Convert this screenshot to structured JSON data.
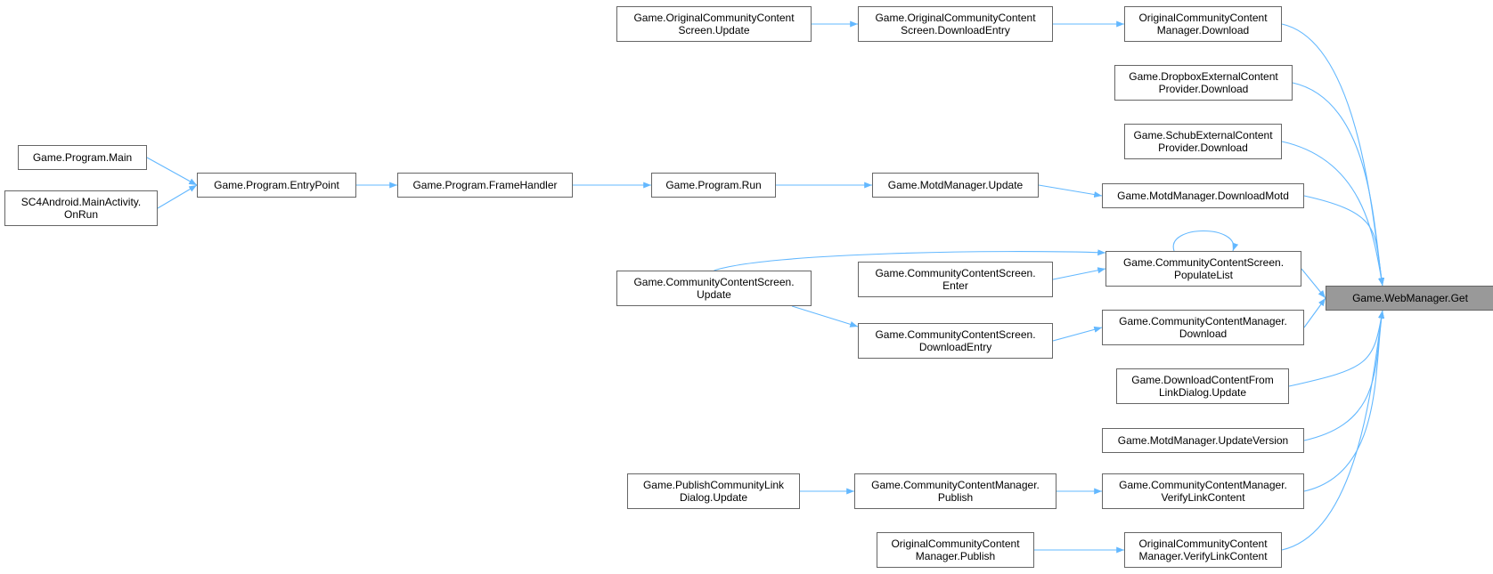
{
  "diagram": {
    "nodes": [
      {
        "id": "webmanager_get",
        "lines": [
          "Game.WebManager.Get"
        ],
        "root": true
      },
      {
        "id": "occ_manager_download",
        "lines": [
          "OriginalCommunityContent",
          "Manager.Download"
        ]
      },
      {
        "id": "dropbox_download",
        "lines": [
          "Game.DropboxExternalContent",
          "Provider.Download"
        ]
      },
      {
        "id": "schub_download",
        "lines": [
          "Game.SchubExternalContent",
          "Provider.Download"
        ]
      },
      {
        "id": "motd_downloadmotd",
        "lines": [
          "Game.MotdManager.DownloadMotd"
        ]
      },
      {
        "id": "ccs_populatelist",
        "lines": [
          "Game.CommunityContentScreen.",
          "PopulateList"
        ]
      },
      {
        "id": "ccm_download",
        "lines": [
          "Game.CommunityContentManager.",
          "Download"
        ]
      },
      {
        "id": "dlcontent_update",
        "lines": [
          "Game.DownloadContentFrom",
          "LinkDialog.Update"
        ]
      },
      {
        "id": "motd_updateversion",
        "lines": [
          "Game.MotdManager.UpdateVersion"
        ]
      },
      {
        "id": "ccm_verifylink",
        "lines": [
          "Game.CommunityContentManager.",
          "VerifyLinkContent"
        ]
      },
      {
        "id": "occ_manager_verify",
        "lines": [
          "OriginalCommunityContent",
          "Manager.VerifyLinkContent"
        ]
      },
      {
        "id": "occs_downloadentry",
        "lines": [
          "Game.OriginalCommunityContent",
          "Screen.DownloadEntry"
        ]
      },
      {
        "id": "occs_update",
        "lines": [
          "Game.OriginalCommunityContent",
          "Screen.Update"
        ]
      },
      {
        "id": "motd_update",
        "lines": [
          "Game.MotdManager.Update"
        ]
      },
      {
        "id": "program_run",
        "lines": [
          "Game.Program.Run"
        ]
      },
      {
        "id": "program_framehandler",
        "lines": [
          "Game.Program.FrameHandler"
        ]
      },
      {
        "id": "program_entrypoint",
        "lines": [
          "Game.Program.EntryPoint"
        ]
      },
      {
        "id": "program_main",
        "lines": [
          "Game.Program.Main"
        ]
      },
      {
        "id": "android_onrun",
        "lines": [
          "SC4Android.MainActivity.",
          "OnRun"
        ]
      },
      {
        "id": "ccs_enter",
        "lines": [
          "Game.CommunityContentScreen.",
          "Enter"
        ]
      },
      {
        "id": "ccs_update",
        "lines": [
          "Game.CommunityContentScreen.",
          "Update"
        ]
      },
      {
        "id": "ccs_downloadentry",
        "lines": [
          "Game.CommunityContentScreen.",
          "DownloadEntry"
        ]
      },
      {
        "id": "ccm_publish",
        "lines": [
          "Game.CommunityContentManager.",
          "Publish"
        ]
      },
      {
        "id": "publishlink_update",
        "lines": [
          "Game.PublishCommunityLink",
          "Dialog.Update"
        ]
      },
      {
        "id": "occ_manager_publish",
        "lines": [
          "OriginalCommunityContent",
          "Manager.Publish"
        ]
      }
    ],
    "edges": [
      {
        "from": "occs_update",
        "to": "occs_downloadentry"
      },
      {
        "from": "occs_downloadentry",
        "to": "occ_manager_download"
      },
      {
        "from": "occ_manager_download",
        "to": "webmanager_get"
      },
      {
        "from": "dropbox_download",
        "to": "webmanager_get"
      },
      {
        "from": "schub_download",
        "to": "webmanager_get"
      },
      {
        "from": "motd_downloadmotd",
        "to": "webmanager_get"
      },
      {
        "from": "ccs_populatelist",
        "to": "webmanager_get"
      },
      {
        "from": "ccm_download",
        "to": "webmanager_get"
      },
      {
        "from": "dlcontent_update",
        "to": "webmanager_get"
      },
      {
        "from": "motd_updateversion",
        "to": "webmanager_get"
      },
      {
        "from": "ccm_verifylink",
        "to": "webmanager_get"
      },
      {
        "from": "occ_manager_verify",
        "to": "webmanager_get"
      },
      {
        "from": "program_main",
        "to": "program_entrypoint"
      },
      {
        "from": "android_onrun",
        "to": "program_entrypoint"
      },
      {
        "from": "program_entrypoint",
        "to": "program_framehandler"
      },
      {
        "from": "program_framehandler",
        "to": "program_run"
      },
      {
        "from": "program_run",
        "to": "motd_update"
      },
      {
        "from": "motd_update",
        "to": "motd_downloadmotd"
      },
      {
        "from": "ccs_populatelist",
        "to": "ccs_populatelist"
      },
      {
        "from": "ccs_update",
        "to": "ccs_populatelist"
      },
      {
        "from": "ccs_enter",
        "to": "ccs_populatelist"
      },
      {
        "from": "ccs_update",
        "to": "ccs_downloadentry"
      },
      {
        "from": "ccs_downloadentry",
        "to": "ccm_download"
      },
      {
        "from": "publishlink_update",
        "to": "ccm_publish"
      },
      {
        "from": "ccm_publish",
        "to": "ccm_verifylink"
      },
      {
        "from": "occ_manager_publish",
        "to": "occ_manager_verify"
      }
    ]
  }
}
